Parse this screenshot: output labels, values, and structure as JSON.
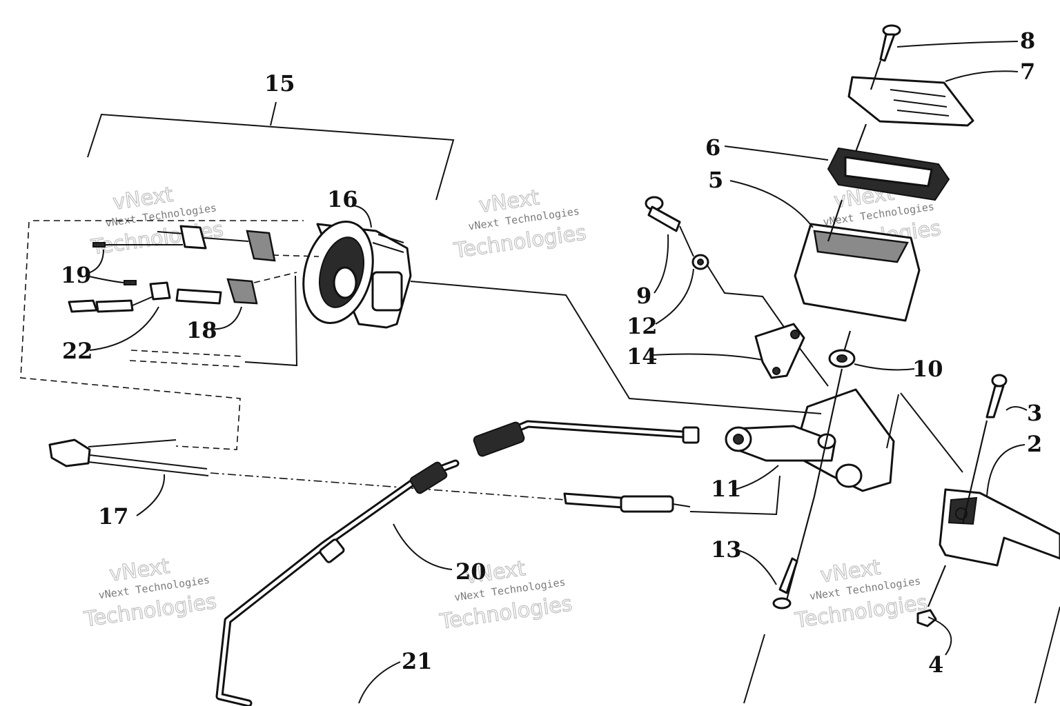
{
  "callouts": {
    "c2": "2",
    "c3": "3",
    "c4": "4",
    "c5": "5",
    "c6": "6",
    "c7": "7",
    "c8": "8",
    "c9": "9",
    "c10": "10",
    "c11": "11",
    "c12": "12",
    "c13": "13",
    "c14": "14",
    "c15": "15",
    "c16": "16",
    "c17": "17",
    "c18": "18",
    "c19": "19",
    "c20": "20",
    "c21": "21",
    "c22": "22"
  },
  "watermark": {
    "line1": "vNext",
    "line2": "vNext Technologies",
    "line3": "Technologies"
  }
}
